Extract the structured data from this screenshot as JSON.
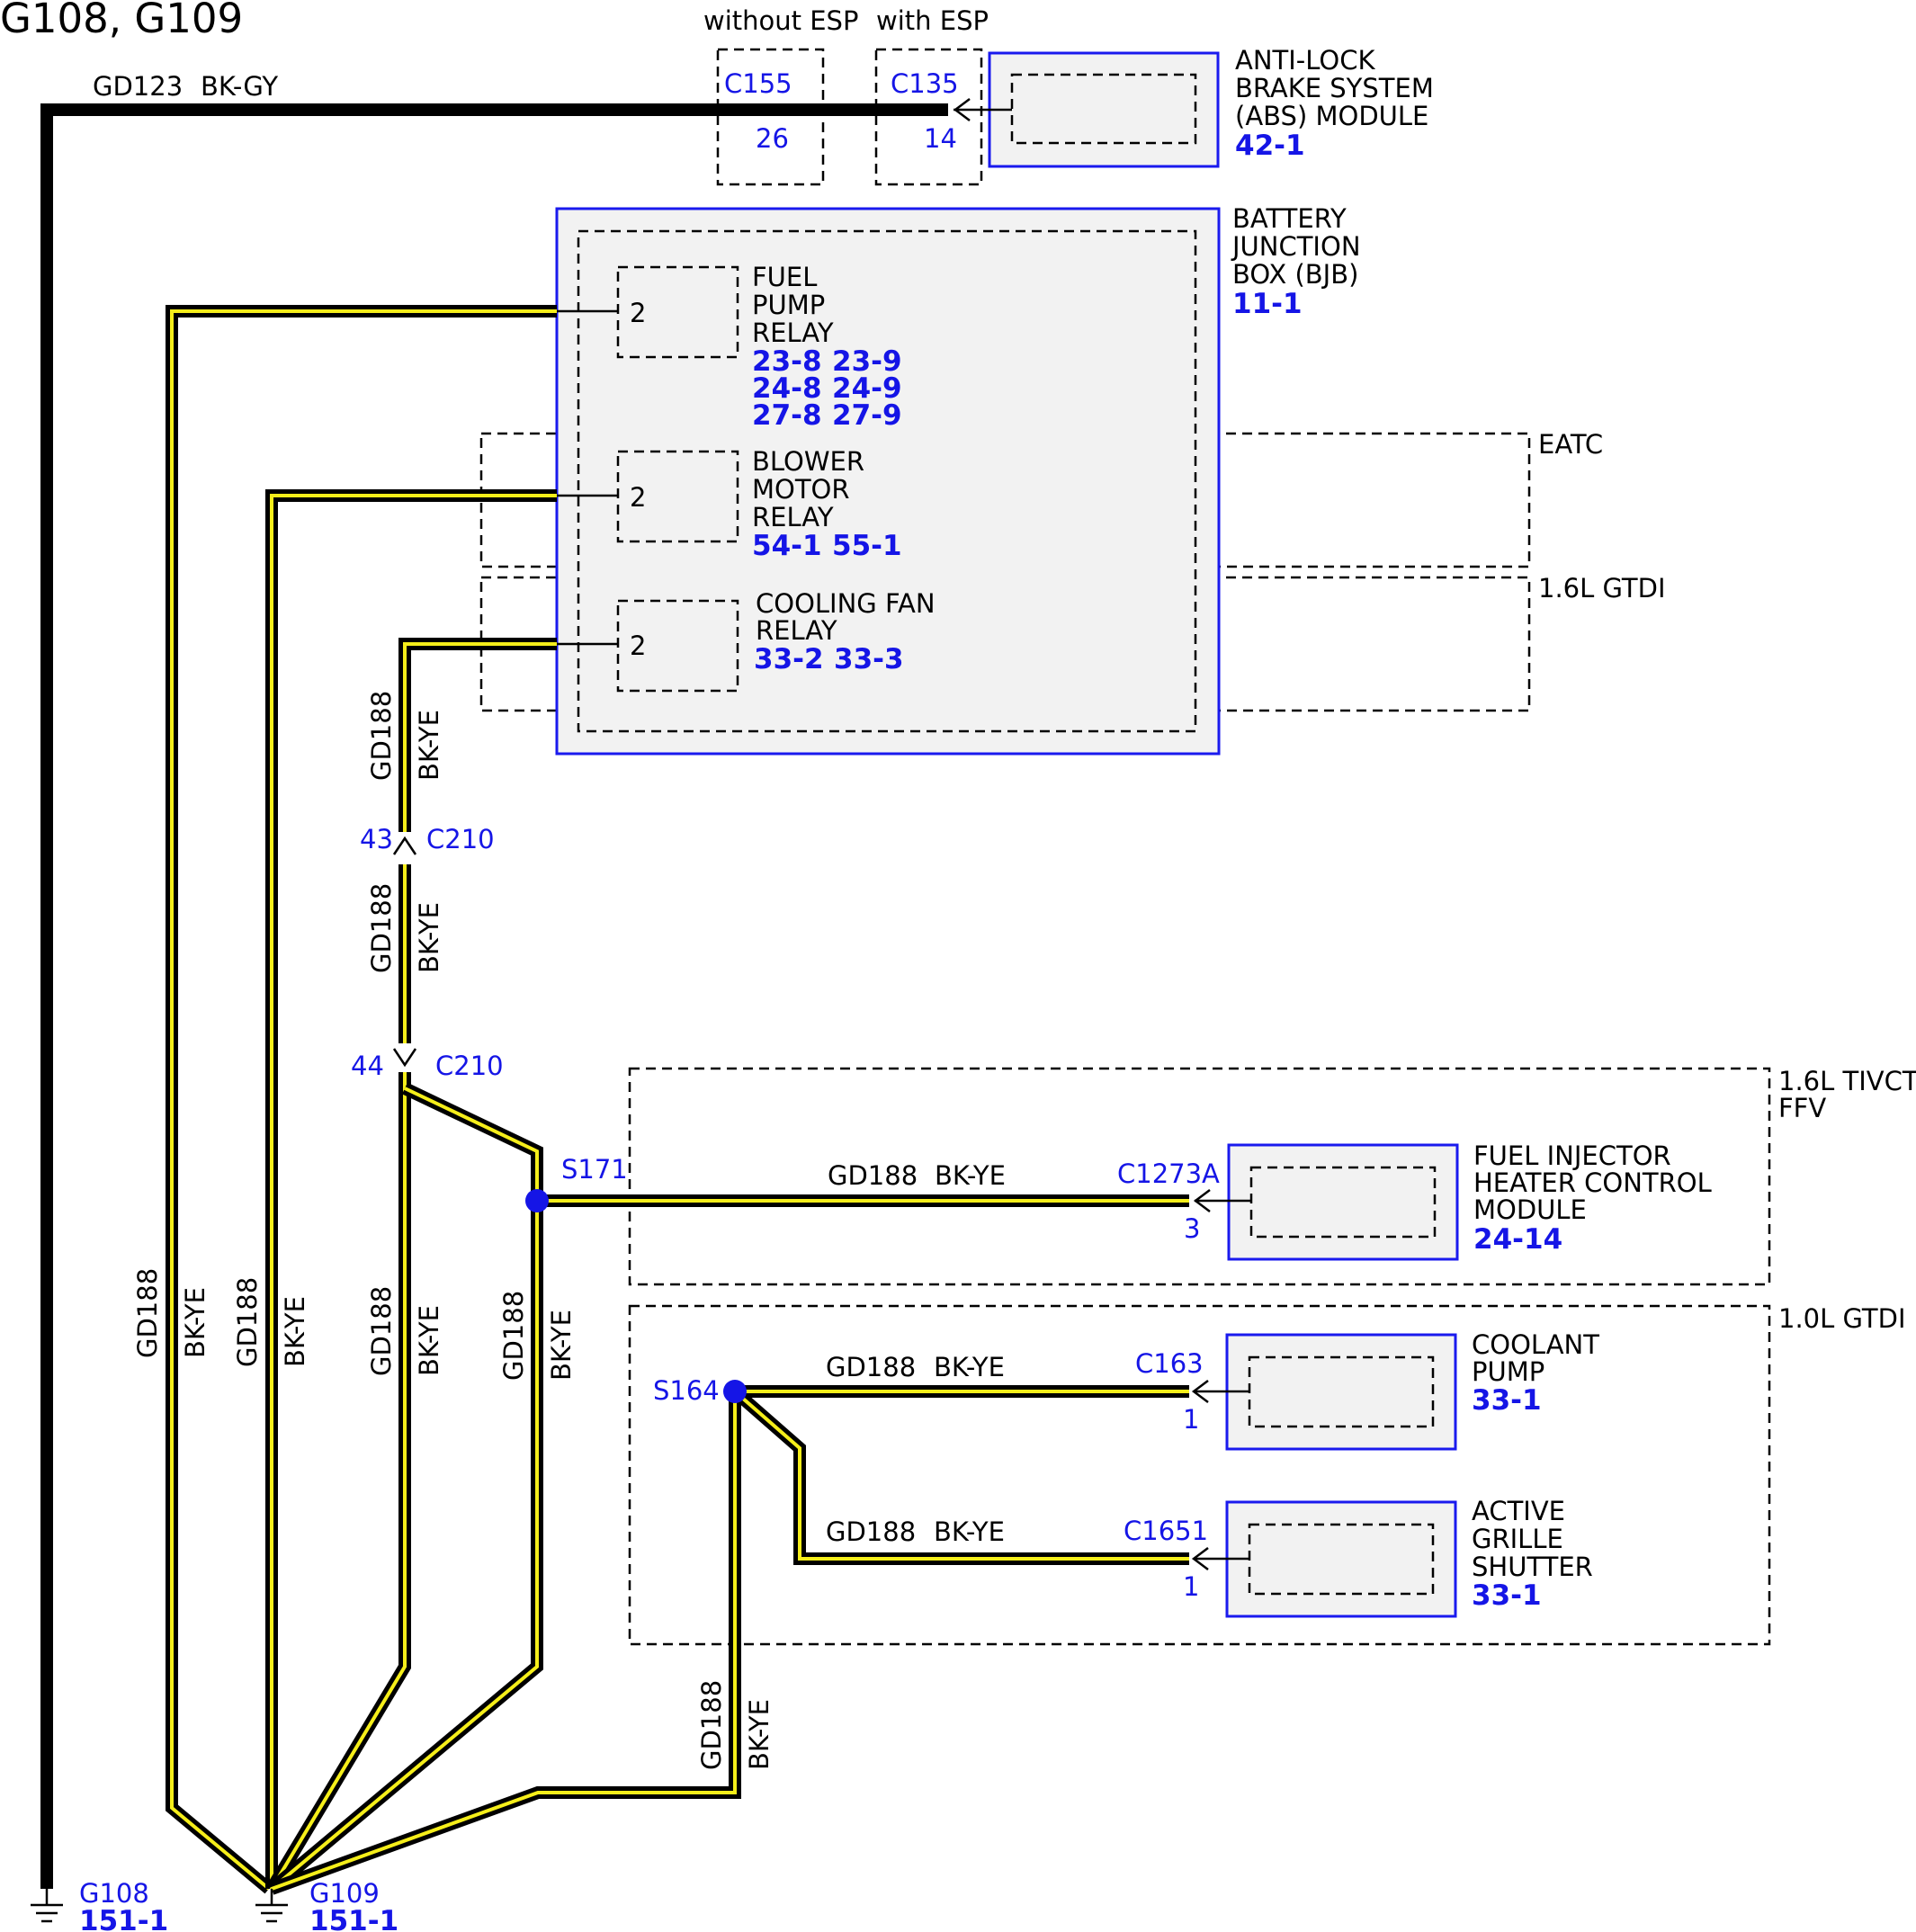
{
  "title": "G108, G109",
  "colors": {
    "wire_black": "#000000",
    "wire_yellow": "#f5ee1a",
    "blue_text": "#1515e6",
    "component_fill": "#f2f2f2"
  },
  "option_labels": {
    "without_esp": "without ESP",
    "with_esp": "with ESP"
  },
  "abs_circuit": {
    "wire_id": "GD123",
    "wire_color": "BK-GY",
    "c155": "C155",
    "c155_pin": "26",
    "c135": "C135",
    "c135_pin": "14"
  },
  "abs_module": {
    "line1": "ANTI-LOCK",
    "line2": "BRAKE SYSTEM",
    "line3": "(ABS) MODULE",
    "ref": "42-1"
  },
  "bjb": {
    "line1": "BATTERY",
    "line2": "JUNCTION",
    "line3": "BOX (BJB)",
    "ref": "11-1"
  },
  "fuel_pump_relay": {
    "line1": "FUEL",
    "line2": "PUMP",
    "line3": "RELAY",
    "pin": "2",
    "refs": [
      "23-8",
      "23-9",
      "24-8",
      "24-9",
      "27-8",
      "27-9"
    ]
  },
  "blower_motor_relay": {
    "line1": "BLOWER",
    "line2": "MOTOR",
    "line3": "RELAY",
    "pin": "2",
    "refs": [
      "54-1",
      "55-1"
    ]
  },
  "cooling_fan_relay": {
    "line1": "COOLING FAN",
    "line2": "RELAY",
    "pin": "2",
    "refs": [
      "33-2",
      "33-3"
    ]
  },
  "option_eatc": "EATC",
  "option_16gtdi": "1.6L GTDI",
  "option_16tivct_l1": "1.6L TIVCT",
  "option_16tivct_l2": "FFV",
  "option_10gtdi": "1.0L GTDI",
  "gd188": {
    "id": "GD188",
    "color": "BK-YE"
  },
  "c210_top": {
    "name": "C210",
    "pin": "43"
  },
  "c210_bottom": {
    "name": "C210",
    "pin": "44"
  },
  "splice_s171": "S171",
  "splice_s164": "S164",
  "fihcm": {
    "connector": "C1273A",
    "pin": "3",
    "line1": "FUEL INJECTOR",
    "line2": "HEATER CONTROL",
    "line3": "MODULE",
    "ref": "24-14"
  },
  "coolant_pump": {
    "connector": "C163",
    "pin": "1",
    "line1": "COOLANT",
    "line2": "PUMP",
    "ref": "33-1"
  },
  "active_grille": {
    "connector": "C1651",
    "pin": "1",
    "line1": "ACTIVE",
    "line2": "GRILLE",
    "line3": "SHUTTER",
    "ref": "33-1"
  },
  "g108": {
    "name": "G108",
    "ref": "151-1"
  },
  "g109": {
    "name": "G109",
    "ref": "151-1"
  }
}
